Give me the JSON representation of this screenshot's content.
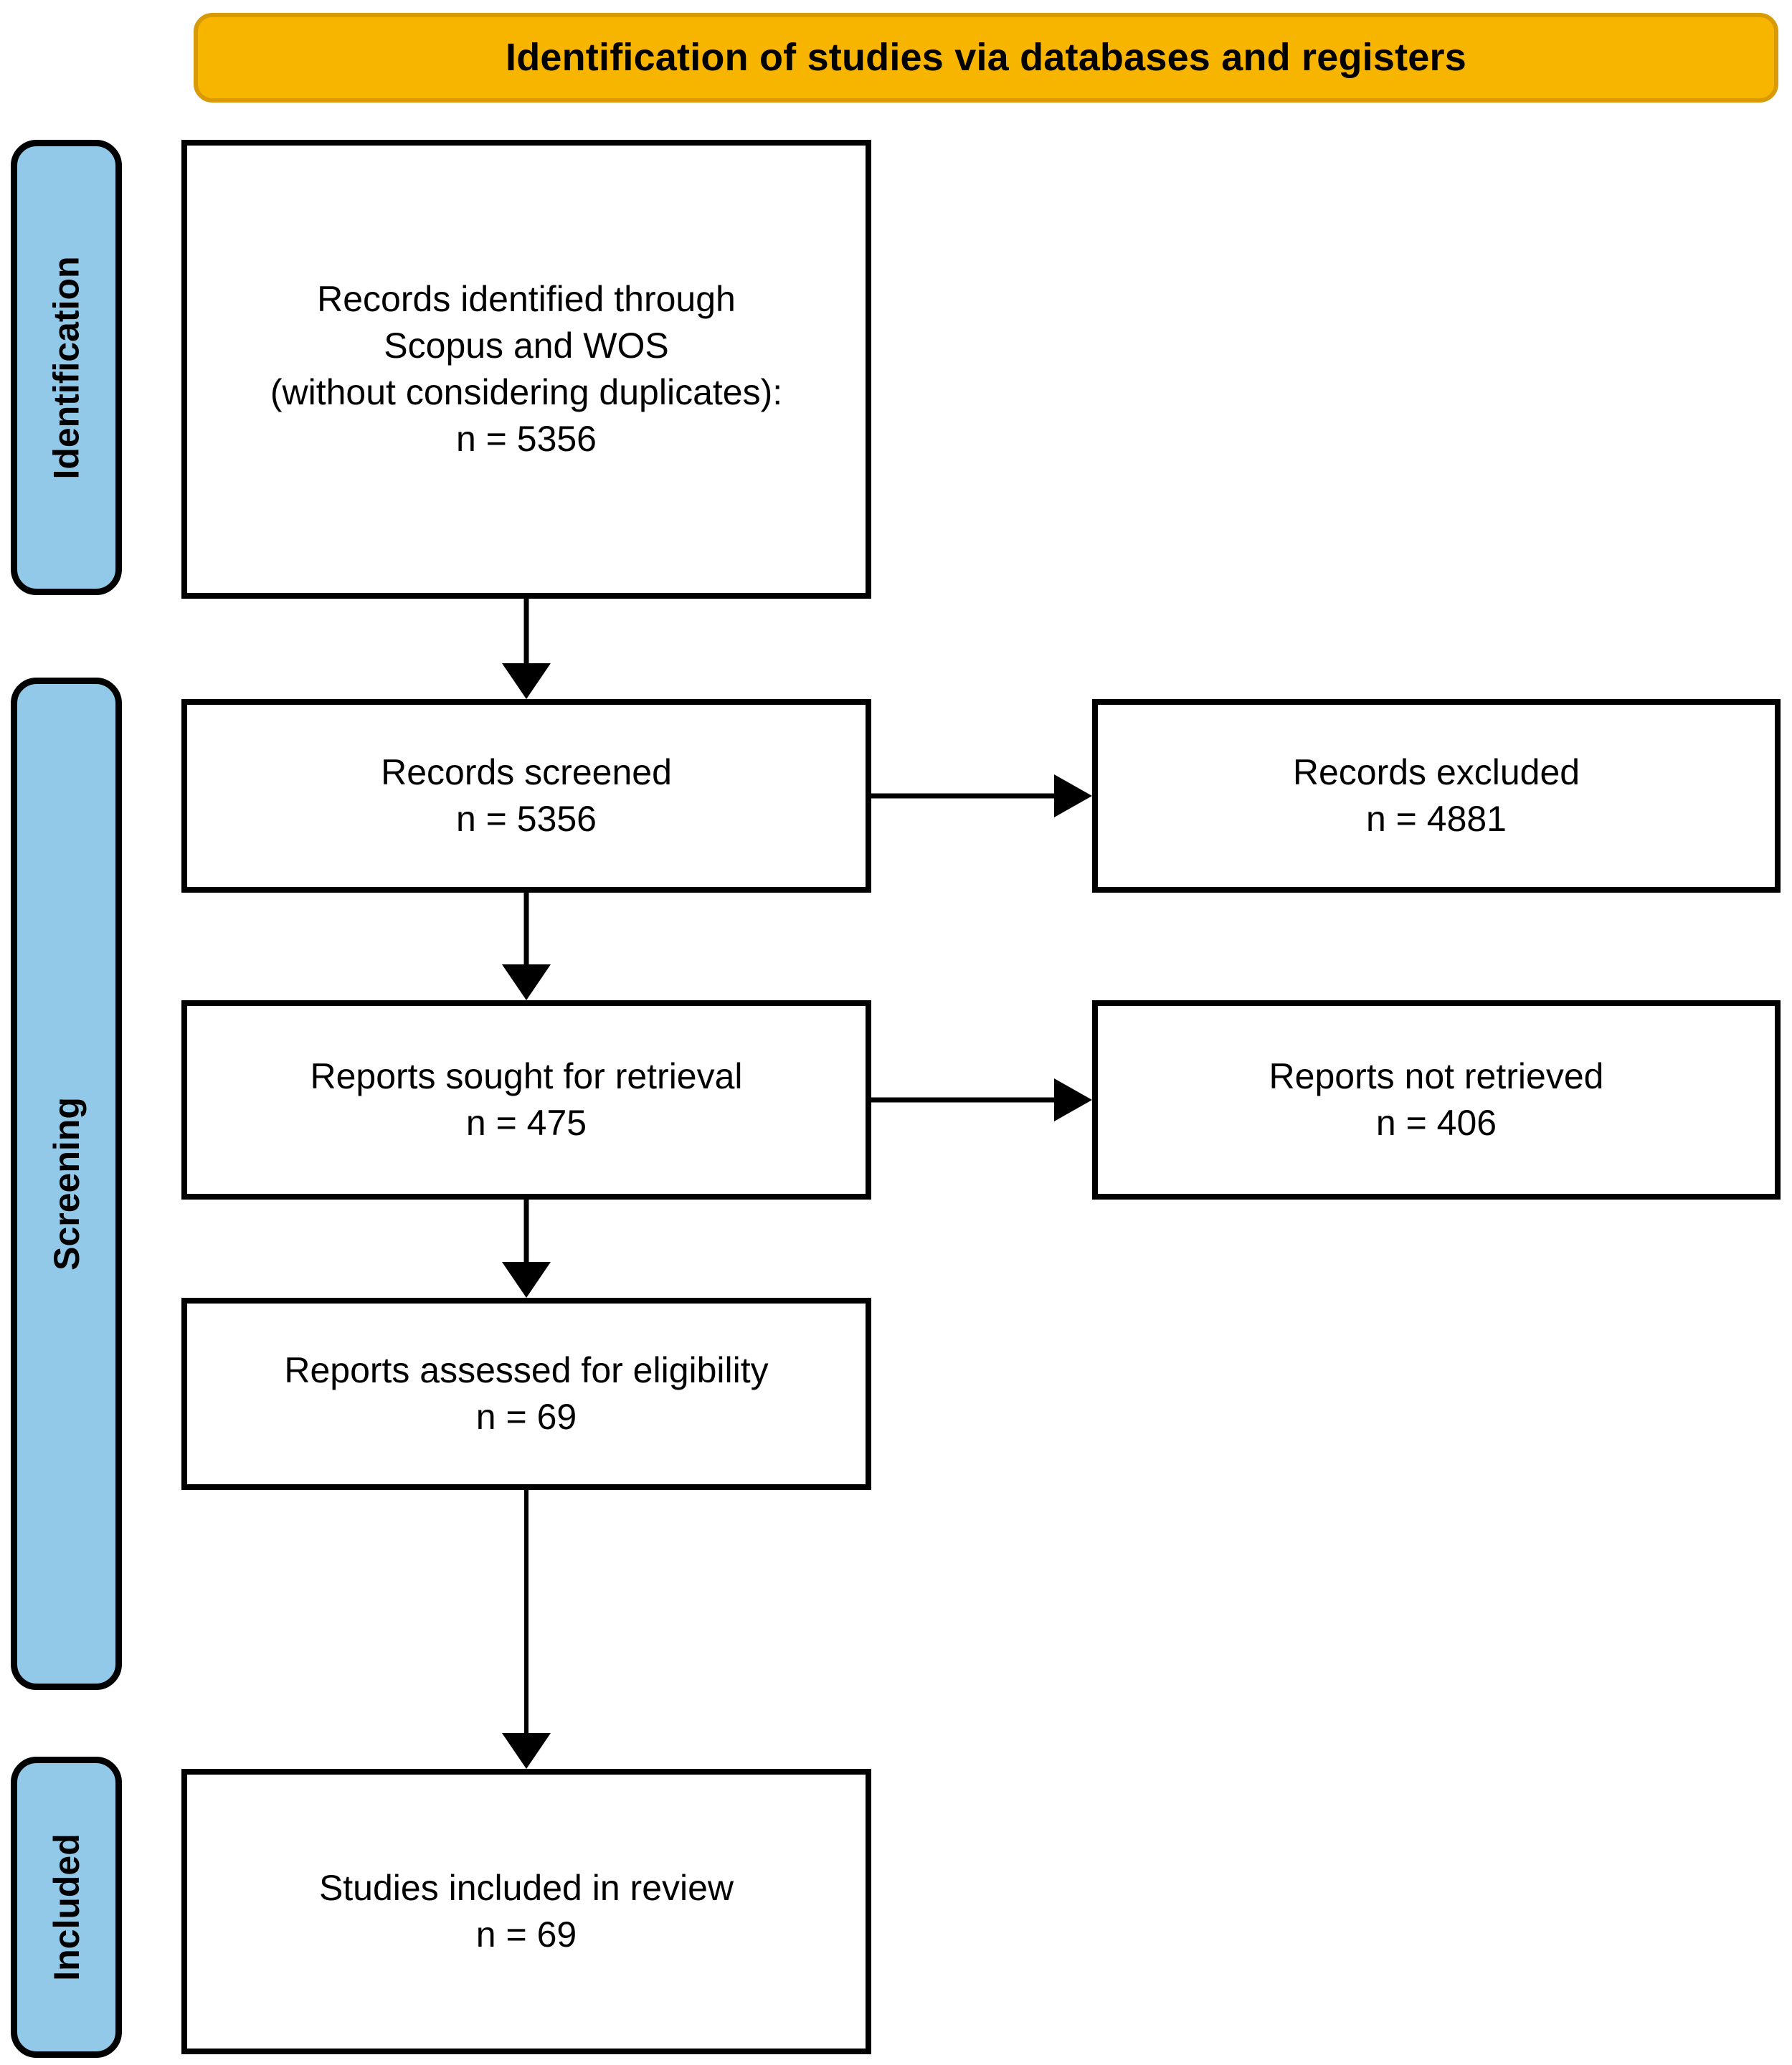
{
  "header": {
    "title": "Identification of studies via databases and registers",
    "background_color": "#F7B500",
    "border_color": "#D99A08"
  },
  "stages": [
    {
      "id": "identification",
      "label": "Identification",
      "color": "#92C9E8"
    },
    {
      "id": "screening",
      "label": "Screening",
      "color": "#92C9E8"
    },
    {
      "id": "included",
      "label": "Included",
      "color": "#92C9E8"
    }
  ],
  "boxes": {
    "identified": {
      "title": "Records identified through\nScopus and WOS\n(without considering duplicates):",
      "count_label": "n = 5356",
      "text": "Records identified through\nScopus and WOS\n(without considering duplicates):\nn = 5356"
    },
    "screened": {
      "title": "Records screened",
      "count_label": "n = 5356",
      "text": "Records screened\nn = 5356"
    },
    "excluded": {
      "title": "Records excluded",
      "count_label": "n = 4881",
      "text": "Records excluded\nn = 4881"
    },
    "sought": {
      "title": "Reports sought for retrieval",
      "count_label": "n = 475",
      "text": "Reports sought for retrieval\nn = 475"
    },
    "not_retrieved": {
      "title": "Reports not retrieved",
      "count_label": "n = 406",
      "text": "Reports not retrieved\nn = 406"
    },
    "assessed": {
      "title": "Reports assessed for eligibility",
      "count_label": "n = 69",
      "text": "Reports assessed for eligibility\nn = 69"
    },
    "included": {
      "title": "Studies included in review",
      "count_label": "n = 69",
      "text": "Studies included in review\nn = 69"
    }
  },
  "flow": {
    "identified_to_screened": {
      "from": "identified",
      "to": "screened",
      "direction": "down"
    },
    "screened_to_excluded": {
      "from": "screened",
      "to": "excluded",
      "direction": "right"
    },
    "screened_to_sought": {
      "from": "screened",
      "to": "sought",
      "direction": "down"
    },
    "sought_to_not_retrieved": {
      "from": "sought",
      "to": "not_retrieved",
      "direction": "right"
    },
    "sought_to_assessed": {
      "from": "sought",
      "to": "assessed",
      "direction": "down"
    },
    "assessed_to_included": {
      "from": "assessed",
      "to": "included",
      "direction": "down"
    }
  },
  "chart_data": {
    "type": "diagram",
    "title": "Identification of studies via databases and registers",
    "nodes": [
      {
        "id": "identified",
        "stage": "Identification",
        "label": "Records identified through Scopus and WOS (without considering duplicates):",
        "n": 5356,
        "column": "left"
      },
      {
        "id": "screened",
        "stage": "Screening",
        "label": "Records screened",
        "n": 5356,
        "column": "left"
      },
      {
        "id": "excluded",
        "stage": "Screening",
        "label": "Records excluded",
        "n": 4881,
        "column": "right"
      },
      {
        "id": "sought",
        "stage": "Screening",
        "label": "Reports sought for retrieval",
        "n": 475,
        "column": "left"
      },
      {
        "id": "not_retrieved",
        "stage": "Screening",
        "label": "Reports not retrieved",
        "n": 406,
        "column": "right"
      },
      {
        "id": "assessed",
        "stage": "Screening",
        "label": "Reports assessed for eligibility",
        "n": 69,
        "column": "left"
      },
      {
        "id": "included",
        "stage": "Included",
        "label": "Studies included in review",
        "n": 69,
        "column": "left"
      }
    ],
    "edges": [
      {
        "from": "identified",
        "to": "screened",
        "direction": "down"
      },
      {
        "from": "screened",
        "to": "excluded",
        "direction": "right"
      },
      {
        "from": "screened",
        "to": "sought",
        "direction": "down"
      },
      {
        "from": "sought",
        "to": "not_retrieved",
        "direction": "right"
      },
      {
        "from": "sought",
        "to": "assessed",
        "direction": "down"
      },
      {
        "from": "assessed",
        "to": "included",
        "direction": "down"
      }
    ]
  }
}
